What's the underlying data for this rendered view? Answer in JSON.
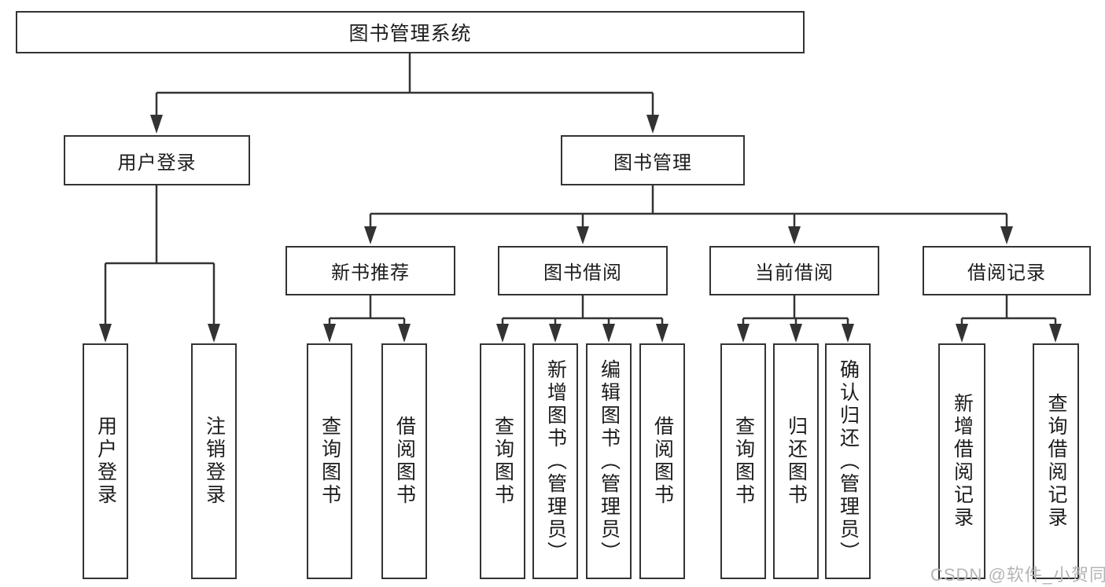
{
  "tree": {
    "label": "图书管理系统",
    "children": [
      {
        "label": "用户登录",
        "children": [
          {
            "label": "用户登录"
          },
          {
            "label": "注销登录"
          }
        ]
      },
      {
        "label": "图书管理",
        "children": [
          {
            "label": "新书推荐",
            "children": [
              {
                "label": "查询图书"
              },
              {
                "label": "借阅图书"
              }
            ]
          },
          {
            "label": "图书借阅",
            "children": [
              {
                "label": "查询图书"
              },
              {
                "label": "新增图书（管理员）"
              },
              {
                "label": "编辑图书（管理员）"
              },
              {
                "label": "借阅图书"
              }
            ]
          },
          {
            "label": "当前借阅",
            "children": [
              {
                "label": "查询图书"
              },
              {
                "label": "归还图书"
              },
              {
                "label": "确认归还（管理员）"
              }
            ]
          },
          {
            "label": "借阅记录",
            "children": [
              {
                "label": "新增借阅记录"
              },
              {
                "label": "查询借阅记录"
              }
            ]
          }
        ]
      }
    ]
  },
  "watermark": {
    "text": "CSDN @软件_小贺同学"
  },
  "colors": {
    "line": "#333333",
    "box_border": "#333333",
    "box_fill": "#ffffff",
    "text": "#1c1c1c",
    "watermark": "#b5b5b5"
  }
}
